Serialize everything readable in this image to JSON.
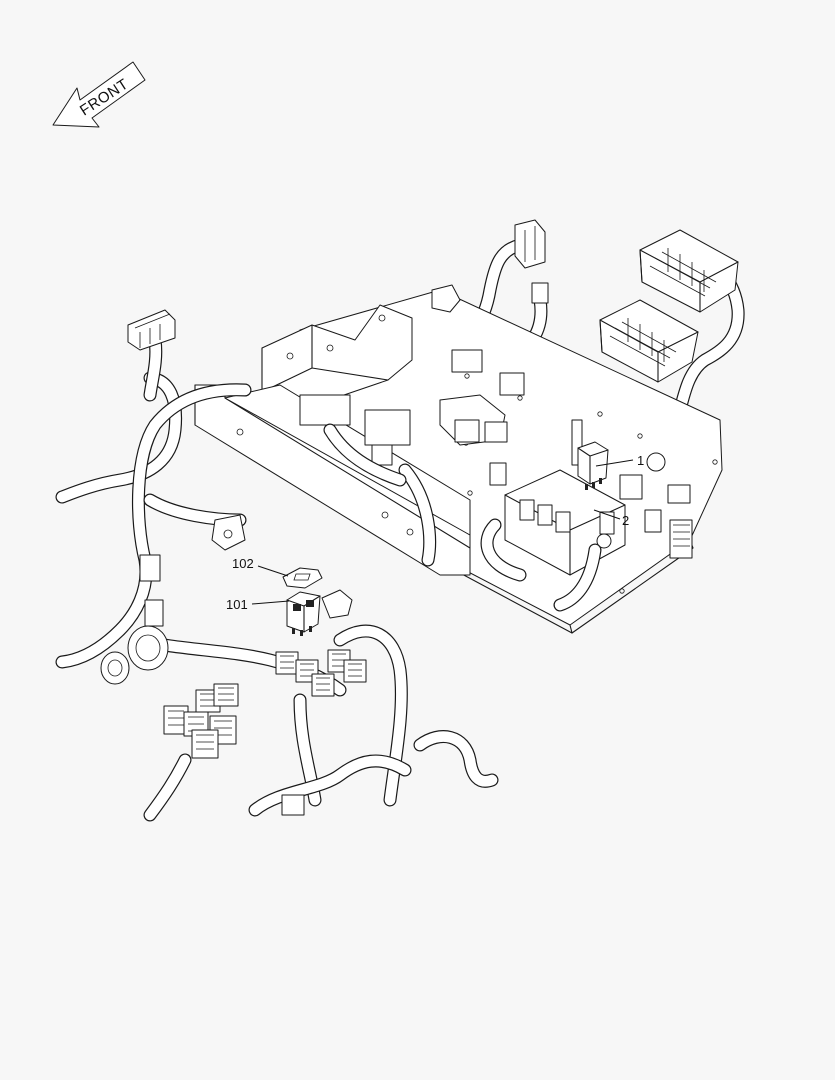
{
  "direction_label": "FRONT",
  "callouts": [
    {
      "id": "c1",
      "label": "1"
    },
    {
      "id": "c2",
      "label": "2"
    },
    {
      "id": "c101",
      "label": "101"
    },
    {
      "id": "c102",
      "label": "102"
    }
  ]
}
